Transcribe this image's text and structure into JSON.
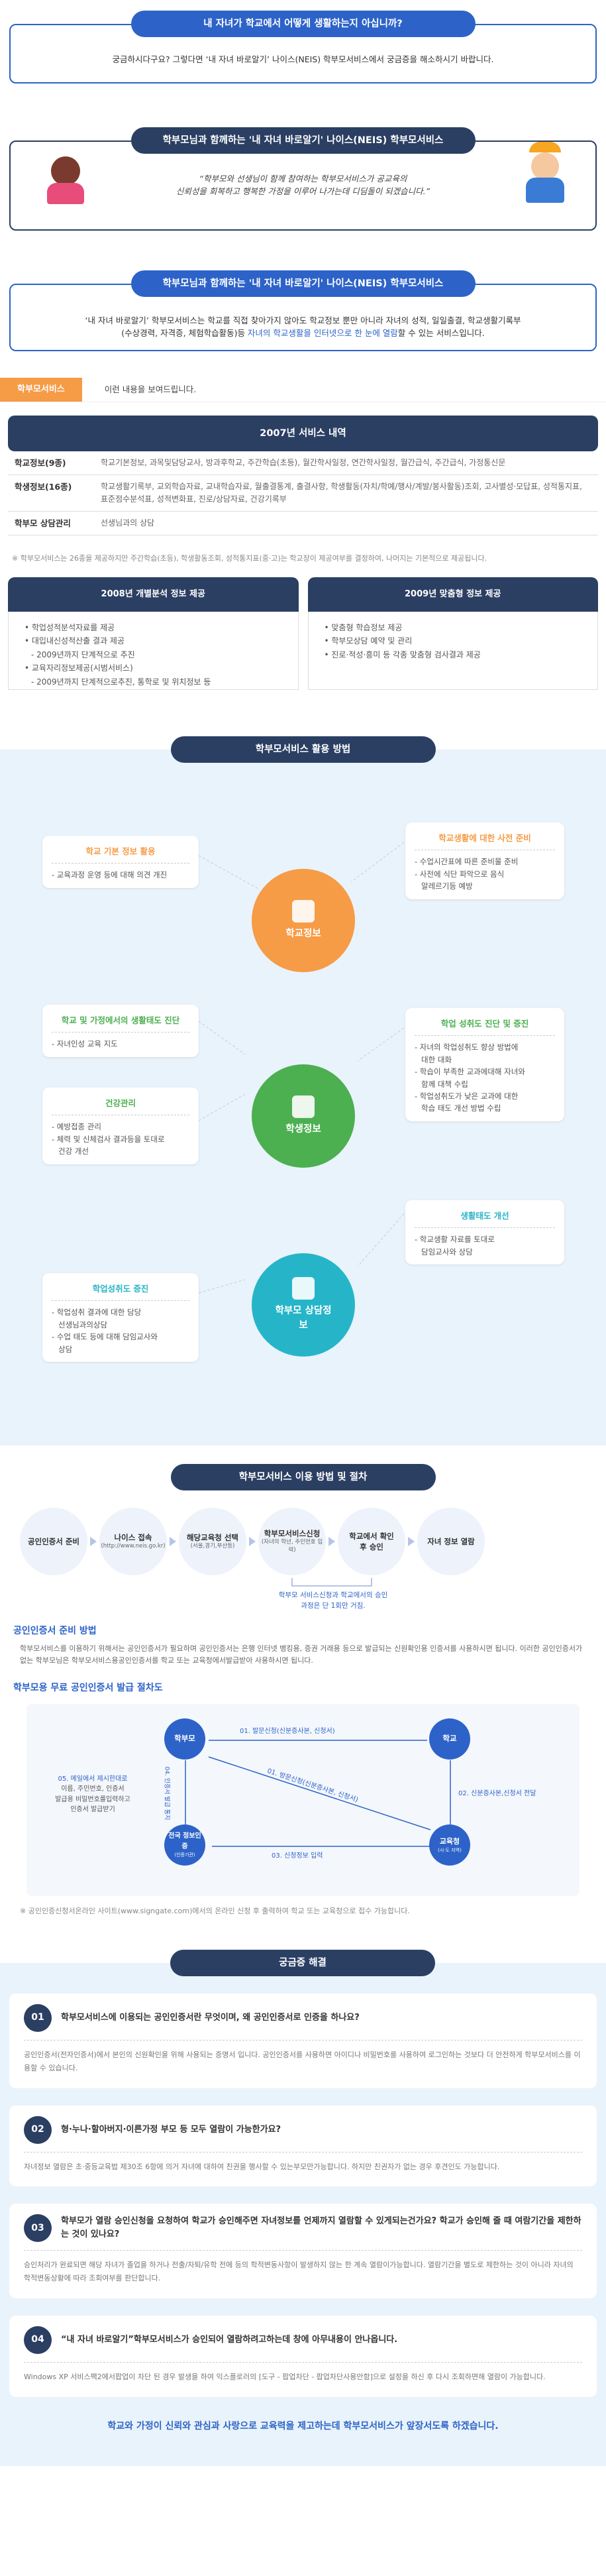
{
  "s1": {
    "title": "내 자녀가 학교에서 어떻게 생활하는지 아십니까?",
    "text": "궁금하시다구요? 그렇다면 ‘내 자녀 바로알기’ 나이스(NEIS) 학부모서비스에서 궁금증을 해소하시기 바랍니다."
  },
  "s2": {
    "title": "학부모님과 함께하는 '내 자녀 바로알기' 나이스(NEIS) 학부모서비스",
    "line1": "“학부모와 선생님이 함께 참여하는 학부모서비스가 공교육의",
    "line2": "신뢰성을 회복하고 행복한 가정을 이루어 나가는데 디딤돌이 되겠습니다.”"
  },
  "s3": {
    "title": "학부모님과 함께하는 '내 자녀 바로알기' 나이스(NEIS) 학부모서비스",
    "line1": "‘내 자녀 바로알기’ 학부모서비스는 학교를 직접 찾아가지 않아도 학교정보 뿐만 아니라 자녀의 성적, 일일출결, 학교생활기록부",
    "line2a": "(수상경력, 자격증, 체험학습활동)등 ",
    "line2b": "자녀의 학교생활을 인터넷으로 한 눈에 열람",
    "line2c": "할 수 있는 서비스입니다."
  },
  "s4": {
    "tag": "학부모서비스",
    "tagtext": "이런 내용을 보여드립니다.",
    "bar": "2007년 서비스 내역",
    "rows": [
      {
        "h": "학교정보(9종)",
        "d": "학교기본정보, 과목및담당교사, 방과후학교, 주간학습(초등), 월간학사일정, 연간학사일정, 월간급식, 주간급식, 가정통신문"
      },
      {
        "h": "학생정보(16종)",
        "d": "학교생활기록부, 교외학습자료, 교내학습자료, 월출결통계, 출결사항, 학생활동(자치/학예/행사/계발/봉사활동)조회, 고사별성·모답표, 성적통지표, 표준점수분석표, 성적변화표, 진로/상담자료, 건강기록부"
      },
      {
        "h": "학부모 상담관리",
        "d": "선생님과의 상담"
      }
    ],
    "note": "※ 학부모서비스는 26종을 제공하지만 주간학습(초등), 학생활동조회, 성적통지표(중·고)는 학교장이 제공여부를 결정하여, 나머지는 기본적으로 제공됩니다.",
    "left": {
      "head": "2008년 개별분석 정보 제공",
      "items": [
        "• 학업성적분석자료를 제공",
        "• 대입내신성적산출 결과 제공",
        "- 2009년까지 단계적으로 추진",
        "• 교육자리정보제공(시범서비스)",
        "- 2009년까지 단계적으로추진, 통학로 및 위치정보 등"
      ]
    },
    "right": {
      "head": "2009년 맞춤형 정보 제공",
      "items": [
        "• 맞춤형 학습정보 제공",
        "• 학부모상담 예약 및 관리",
        "• 진로·적성·흥미 등 각종 맞춤형 검사결과 제공"
      ]
    }
  },
  "usage": {
    "title": "학부모서비스 활용 방법",
    "c1": {
      "label": "학교정보"
    },
    "c2": {
      "label": "학생정보"
    },
    "c3": {
      "label": "학부모 상담정보"
    },
    "k1": {
      "t": "학교 기본 정보 활용",
      "l": "- 교육과정 운영 등에 대해 의견 개진"
    },
    "k2": {
      "t": "학교생활에 대한 사전 준비",
      "l1": "- 수업시간표에 따른 준비물 준비",
      "l2": "- 사전에 식단 파악으로 음식",
      "l3": "알레르기등 예방"
    },
    "k3": {
      "t": "학교 및 가정에서의 생활태도 진단",
      "l": "- 자녀인성 교육 지도"
    },
    "k4": {
      "t": "건강관리",
      "l1": "- 예방접종 관리",
      "l2": "- 체력 및 신체검사 결과등을 토대로",
      "l3": "건강 개선"
    },
    "k5": {
      "t": "학업 성취도 진단 및 증진",
      "l1": "- 자녀의 학업성취도 향상 방법에",
      "l2": "대한 대화",
      "l3": "- 학습이 부족한 교과에대해 자녀와",
      "l4": "함께 대책 수립",
      "l5": "- 학업성취도가 낮은 교과에 대한",
      "l6": "학습 태도 개선 방법 수립"
    },
    "k6": {
      "t": "생활태도 개선",
      "l1": "- 학교생활 자료를 토대로",
      "l2": "담임교사와 상담"
    },
    "k7": {
      "t": "학업성취도 증진",
      "l1": "- 학업성취 결과에 대한 담당",
      "l2": "선생님과의상담",
      "l3": "- 수업 태도 등에 대해 담임교사와",
      "l4": "상담"
    }
  },
  "proc": {
    "title": "학부모서비스 이용 방법 및 절차",
    "s1": "공인인증서 준비",
    "s2": "나이스 접속",
    "s2s": "(http://www.neis.go.kr)",
    "s3": "해당교육청 선택",
    "s3s": "(서울,경기,부산등)",
    "s4": "학부모서비스신청",
    "s4s": "(자녀의 학년, 주민번호 입력)",
    "s5": "학교에서 확인 후 승인",
    "s6": "자녀 정보 열람",
    "sub": "학부모 서비스신청과 학교에서의 승인과정은 단 1회만 거침.",
    "h1": "공인인증서 준비 방법",
    "p1": "학부모서비스를 이용하기 위해서는 공인인증서가 필요하며 공인인증서는 은행 인터넷 뱅킹용, 증권 거래용 등으로 발급되는 신원확인용 인증서를 사용하시면 됩니다. 이러한 공인인증서가 없는 학부모님은 학부모서비스용공인인증서를 학교 또는 교육청에서발급받아 사용하시면 됩니다.",
    "h2": "학부모용 무료 공인인증서 발급 절차도",
    "n1": "학부모",
    "n2": "학교",
    "n3": "교육청",
    "n3s": "(시·도 지역)",
    "n4": "전국 정보인증",
    "n4s": "(인증기관)",
    "e1": "01. 발문신청(신분증사본, 신청서)",
    "e2": "02. 신분증사본,신청서 전달",
    "e3": "03. 신청정보 입력",
    "e4": "04. 인증서 발급 통지",
    "e5a": "05. 메일에서 제시한대로",
    "e5b": "이름, 주민번호, 인증서",
    "e5c": "발급용 비밀번호를입력하고",
    "e5d": "인증서 발급받기",
    "e6": "01. 방문신청(신분증사본, 신청서)",
    "note": "※ 공인인증신청서온라인 사이트(www.signgate.com)에서의 온라인 신청 후 출력하여 학교 또는 교육청으로 접수 가능합니다."
  },
  "faq": {
    "title": "궁금증 해결",
    "q": [
      {
        "n": "01",
        "q": "학부모서비스에 이용되는 공인인증서란 무엇이며, 왜 공인인증서로 인증을 하나요?",
        "a": "공인인증서(전자인증서)에서 본인의 신원확인을 위해 사용되는 증명서 입니다. 공인인증서를 사용하면 아이디나 비밀번호를 사용하여 로그인하는 것보다 더 안전하게 학부모서비스를 이용할 수 있습니다."
      },
      {
        "n": "02",
        "q": "형·누나·할아버지·이른가정 부모 등 모두 열람이 가능한가요?",
        "a": "자녀정보 열람은 초·중등교육법 제30조 6항에 의거 자녀에 대하여 친권을 행사할 수 있는부모만가능합니다. 하지만 친권자가 없는 경우 후견인도 가능합니다."
      },
      {
        "n": "03",
        "q": "학부모가 열람 승인신청을 요청하여 학교가 승인해주면 자녀정보를 언제까지 열람할 수 있게되는건가요? 학교가 승인해 줄 때 여람기간을 제한하는 것이 있나요?",
        "a": "승인처리가 완료되면 해당 자녀가 졸업을 하거나 전출/자퇴/유학 전에 등의 학적변동사항이 발생하지 않는 한 계속 열람이가능합니다. 열람기간을 별도로 제한하는 것이 아니라 자녀의 학적변동상황에 따라 조회여부를 판단합니다."
      },
      {
        "n": "04",
        "q": "“내 자녀 바로알기”학부모서비스가 승인되어 열람하려고하는데 창에 아무내용이 안나옵니다.",
        "a": "Windows XP 서비스팩2에서팝업이 차단 된 경우 발생을 하여 익스플로러의 [도구 - 팝업차단 - 팝업차단사용안함]으로 설정을 하신 후 다시 조회하면해 열람이 가능합니다."
      }
    ]
  },
  "final": "학교와 가정이 신뢰와 관심과 사랑으로 교육력을 제고하는데 학부모서비스가 앞장서도록 하겠습니다."
}
